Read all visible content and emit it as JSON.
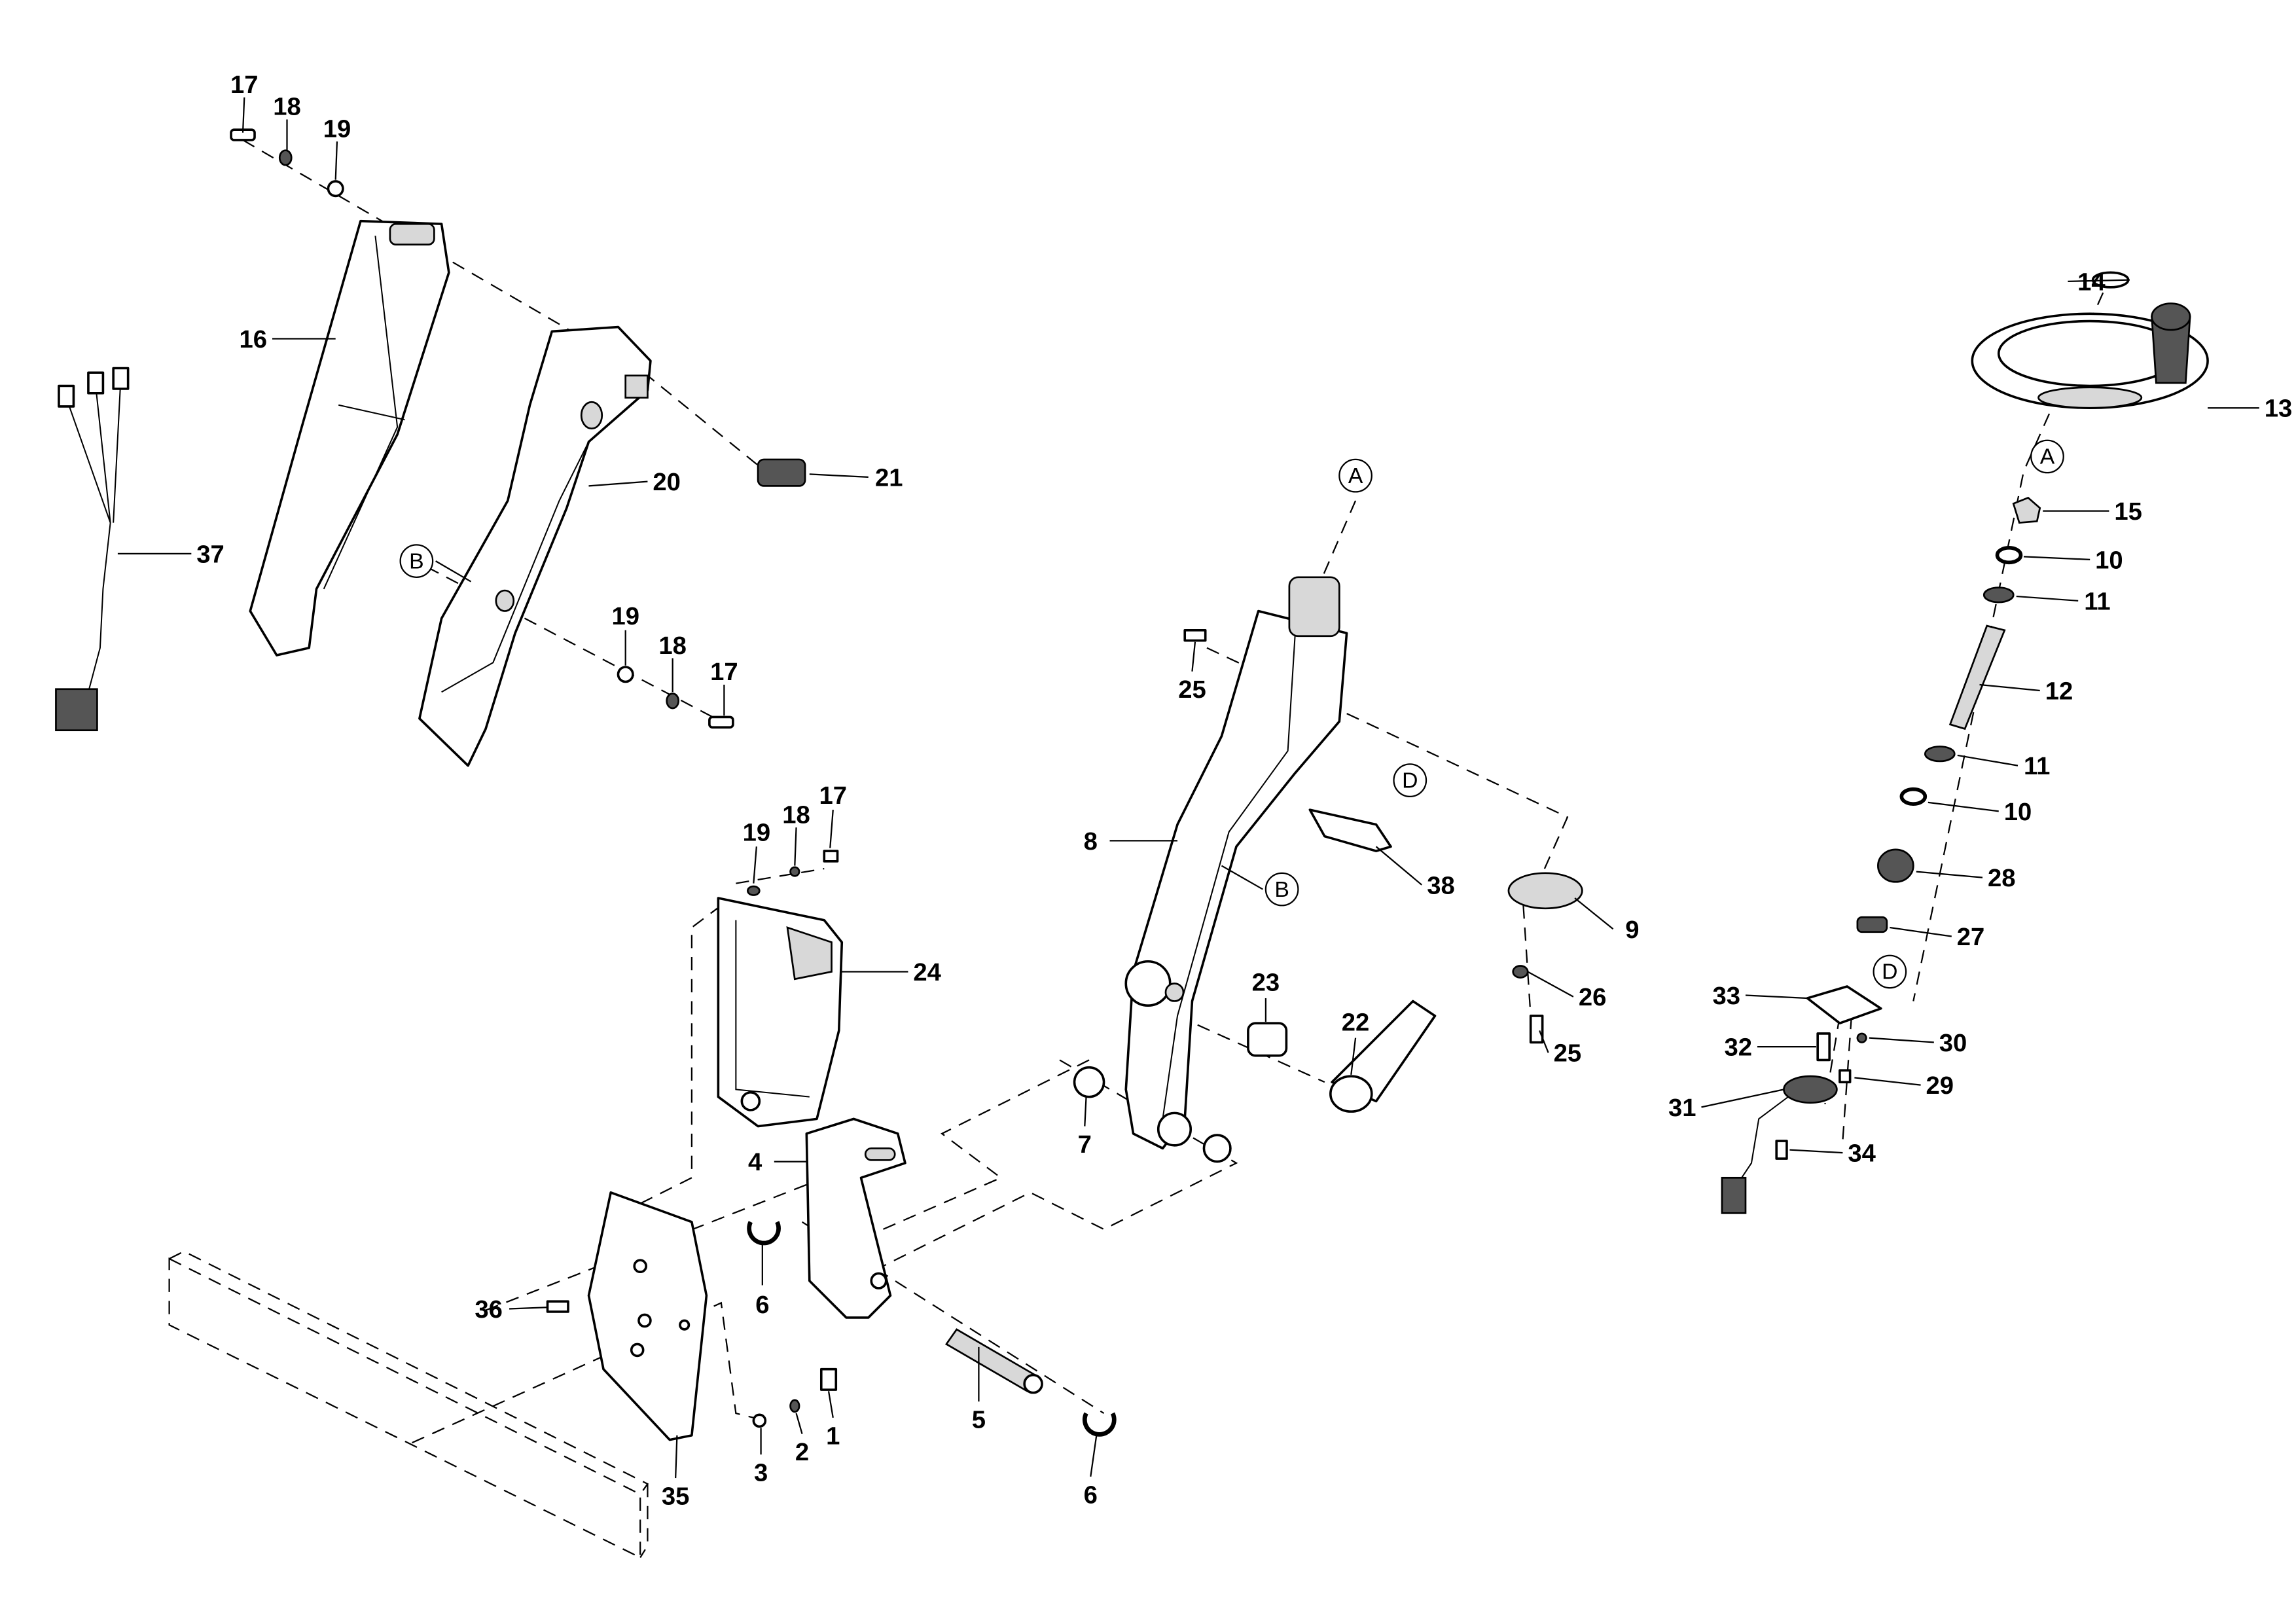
{
  "title": "Steering column exploded parts diagram",
  "callouts": [
    "17",
    "18",
    "19",
    "16",
    "37",
    "20",
    "21",
    "19",
    "18",
    "17",
    "25",
    "14",
    "13",
    "15",
    "10",
    "11",
    "12",
    "11",
    "10",
    "28",
    "27",
    "33",
    "30",
    "32",
    "29",
    "31",
    "34",
    "38",
    "9",
    "8",
    "26",
    "25",
    "23",
    "22",
    "7",
    "24",
    "19",
    "18",
    "17",
    "4",
    "6",
    "36",
    "5",
    "6",
    "3",
    "2",
    "1",
    "35"
  ],
  "reference_markers": [
    "A",
    "A",
    "B",
    "B",
    "D",
    "D"
  ]
}
